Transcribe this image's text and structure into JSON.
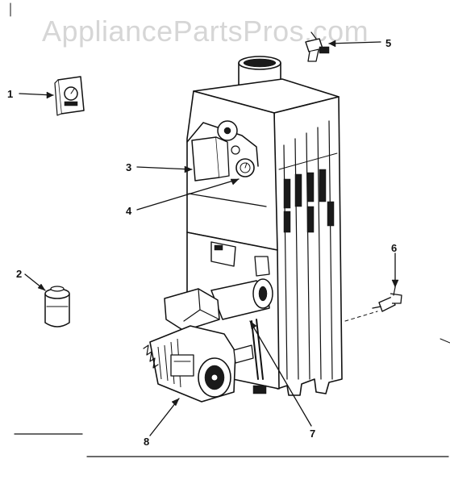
{
  "watermark": "AppliancePartsPros.com",
  "callouts": [
    {
      "id": "1",
      "label": "1"
    },
    {
      "id": "2",
      "label": "2"
    },
    {
      "id": "3",
      "label": "3"
    },
    {
      "id": "4",
      "label": "4"
    },
    {
      "id": "5",
      "label": "5"
    },
    {
      "id": "6",
      "label": "6"
    },
    {
      "id": "7",
      "label": "7"
    },
    {
      "id": "8",
      "label": "8"
    }
  ],
  "colors": {
    "ink": "#111111",
    "watermark": "#d6d6d6",
    "background": "#ffffff"
  }
}
